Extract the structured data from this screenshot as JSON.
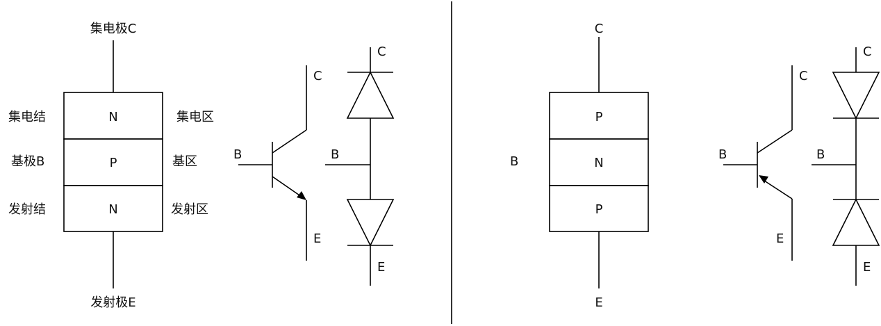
{
  "npn": {
    "collector_terminal": "集电极C",
    "emitter_terminal": "发射极E",
    "layer_top": "N",
    "layer_middle": "P",
    "layer_bottom": "N",
    "collector_junction": "集电结",
    "base_terminal": "基极B",
    "emitter_junction": "发射结",
    "collector_region": "集电区",
    "base_region": "基区",
    "emitter_region": "发射区",
    "symbol": {
      "base": "B",
      "collector": "C",
      "emitter": "E"
    },
    "diode_model": {
      "collector": "C",
      "base": "B",
      "emitter": "E"
    }
  },
  "pnp": {
    "collector_terminal": "C",
    "emitter_terminal": "E",
    "base_terminal": "B",
    "layer_top": "P",
    "layer_middle": "N",
    "layer_bottom": "P",
    "symbol": {
      "base": "B",
      "collector": "C",
      "emitter": "E"
    },
    "diode_model": {
      "collector": "C",
      "base": "B",
      "emitter": "E"
    }
  },
  "colors": {
    "stroke": "#000000",
    "text": "#111111",
    "background": "#ffffff"
  }
}
